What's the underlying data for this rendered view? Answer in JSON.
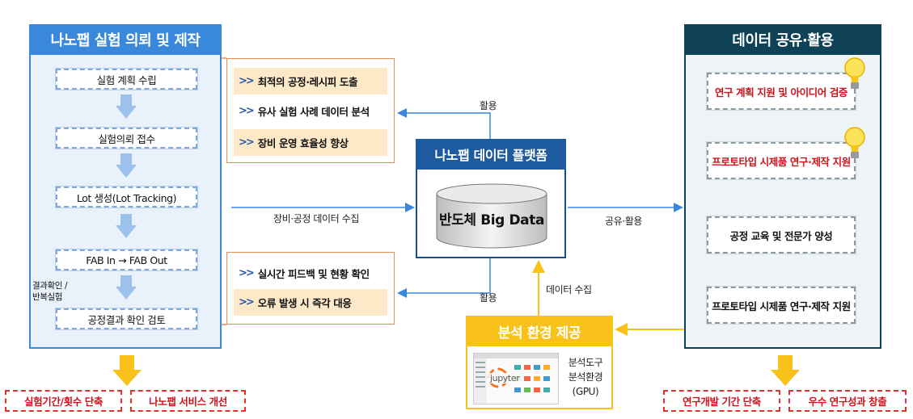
{
  "left_panel": {
    "title": "나노팹 실험 의뢰 및 제작",
    "steps": [
      "실험 계획 수립",
      "실험의뢰 접수",
      "Lot 생성(Lot Tracking)",
      "FAB In → FAB Out",
      "공정결과 확인 검토"
    ],
    "loop_label_line1": "결과확인 /",
    "loop_label_line2": "반복실험"
  },
  "top_outputs": [
    "최적의 공정·레시피 도출",
    "유사 실험 사례 데이터 분석",
    "장비 운영 효율성 향상"
  ],
  "bottom_outputs": [
    "실시간 피드백 및 현황 확인",
    "오류 발생 시 즉각 대응"
  ],
  "platform": {
    "title": "나노팹 데이터 플랫폼",
    "cylinder_label": "반도체 Big Data"
  },
  "flow_labels": {
    "use_top": "활용",
    "use_bottom": "활용",
    "collect": "장비·공정 데이터 수집",
    "share": "공유·활용",
    "data_collect": "데이터 수집"
  },
  "analysis": {
    "title": "분석 환경 제공",
    "tool_line1": "분석도구",
    "tool_line2": "분석환경",
    "tool_line3": "(GPU)",
    "jupyter_word": "jupyter"
  },
  "right_panel": {
    "title": "데이터 공유·활용",
    "items": [
      "연구 계획 지원 및 아이디어 검증",
      "프로토타입 시제품 연구·제작 지원",
      "공정 교육 및 전문가 양성",
      "프로토타입 시제품 연구·제작 지원"
    ]
  },
  "outcomes_left": [
    "실험기간/횟수 단축",
    "나노팹 서비스 개선"
  ],
  "outcomes_right": [
    "연구개발 기간 단축",
    "우수 연구성과 창출"
  ],
  "colors": {
    "left_blue": "#3a88dc",
    "platform_navy": "#1e5b9e",
    "right_teal": "#0f4256",
    "orange_border": "#f28a55",
    "highlight_red": "#d0121b",
    "accent_yellow": "#f8c21a"
  }
}
